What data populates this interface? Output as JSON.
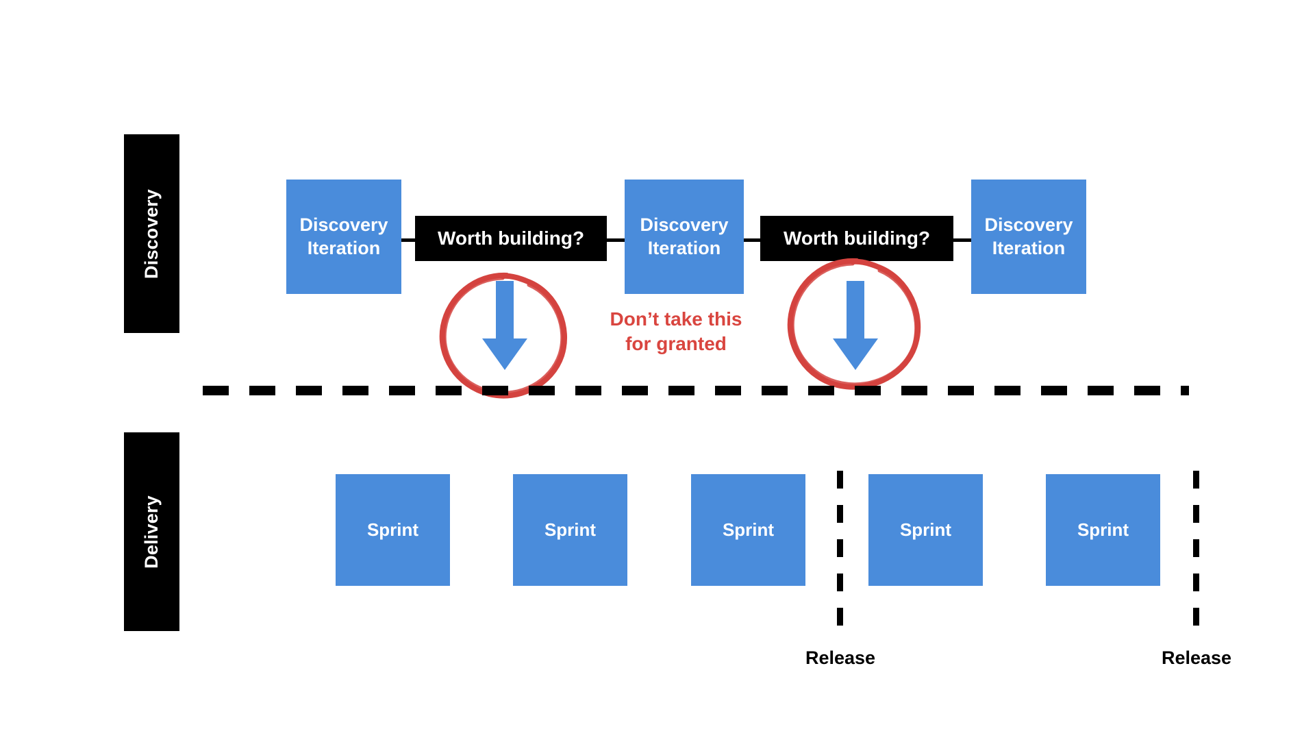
{
  "diagram": {
    "lanes": [
      {
        "id": "discovery",
        "label": "Discovery"
      },
      {
        "id": "delivery",
        "label": "Delivery"
      }
    ],
    "discovery_row": {
      "iterations": [
        {
          "line1": "Discovery",
          "line2": "Iteration"
        },
        {
          "line1": "Discovery",
          "line2": "Iteration"
        },
        {
          "line1": "Discovery",
          "line2": "Iteration"
        }
      ],
      "gates": [
        {
          "label": "Worth building?"
        },
        {
          "label": "Worth building?"
        }
      ]
    },
    "delivery_row": {
      "sprints": [
        {
          "label": "Sprint"
        },
        {
          "label": "Sprint"
        },
        {
          "label": "Sprint"
        },
        {
          "label": "Sprint"
        },
        {
          "label": "Sprint"
        }
      ],
      "releases": [
        {
          "label": "Release"
        },
        {
          "label": "Release"
        }
      ]
    },
    "annotation": {
      "line1": "Don’t take this",
      "line2": "for granted"
    },
    "colors": {
      "blue": "#4A8CDB",
      "black": "#000000",
      "red": "#D9453F",
      "white": "#FFFFFF",
      "background": "#FFFFFF"
    },
    "icons": {
      "arrow": "arrow-down-icon",
      "circle": "hand-drawn-circle-highlight-icon"
    }
  }
}
